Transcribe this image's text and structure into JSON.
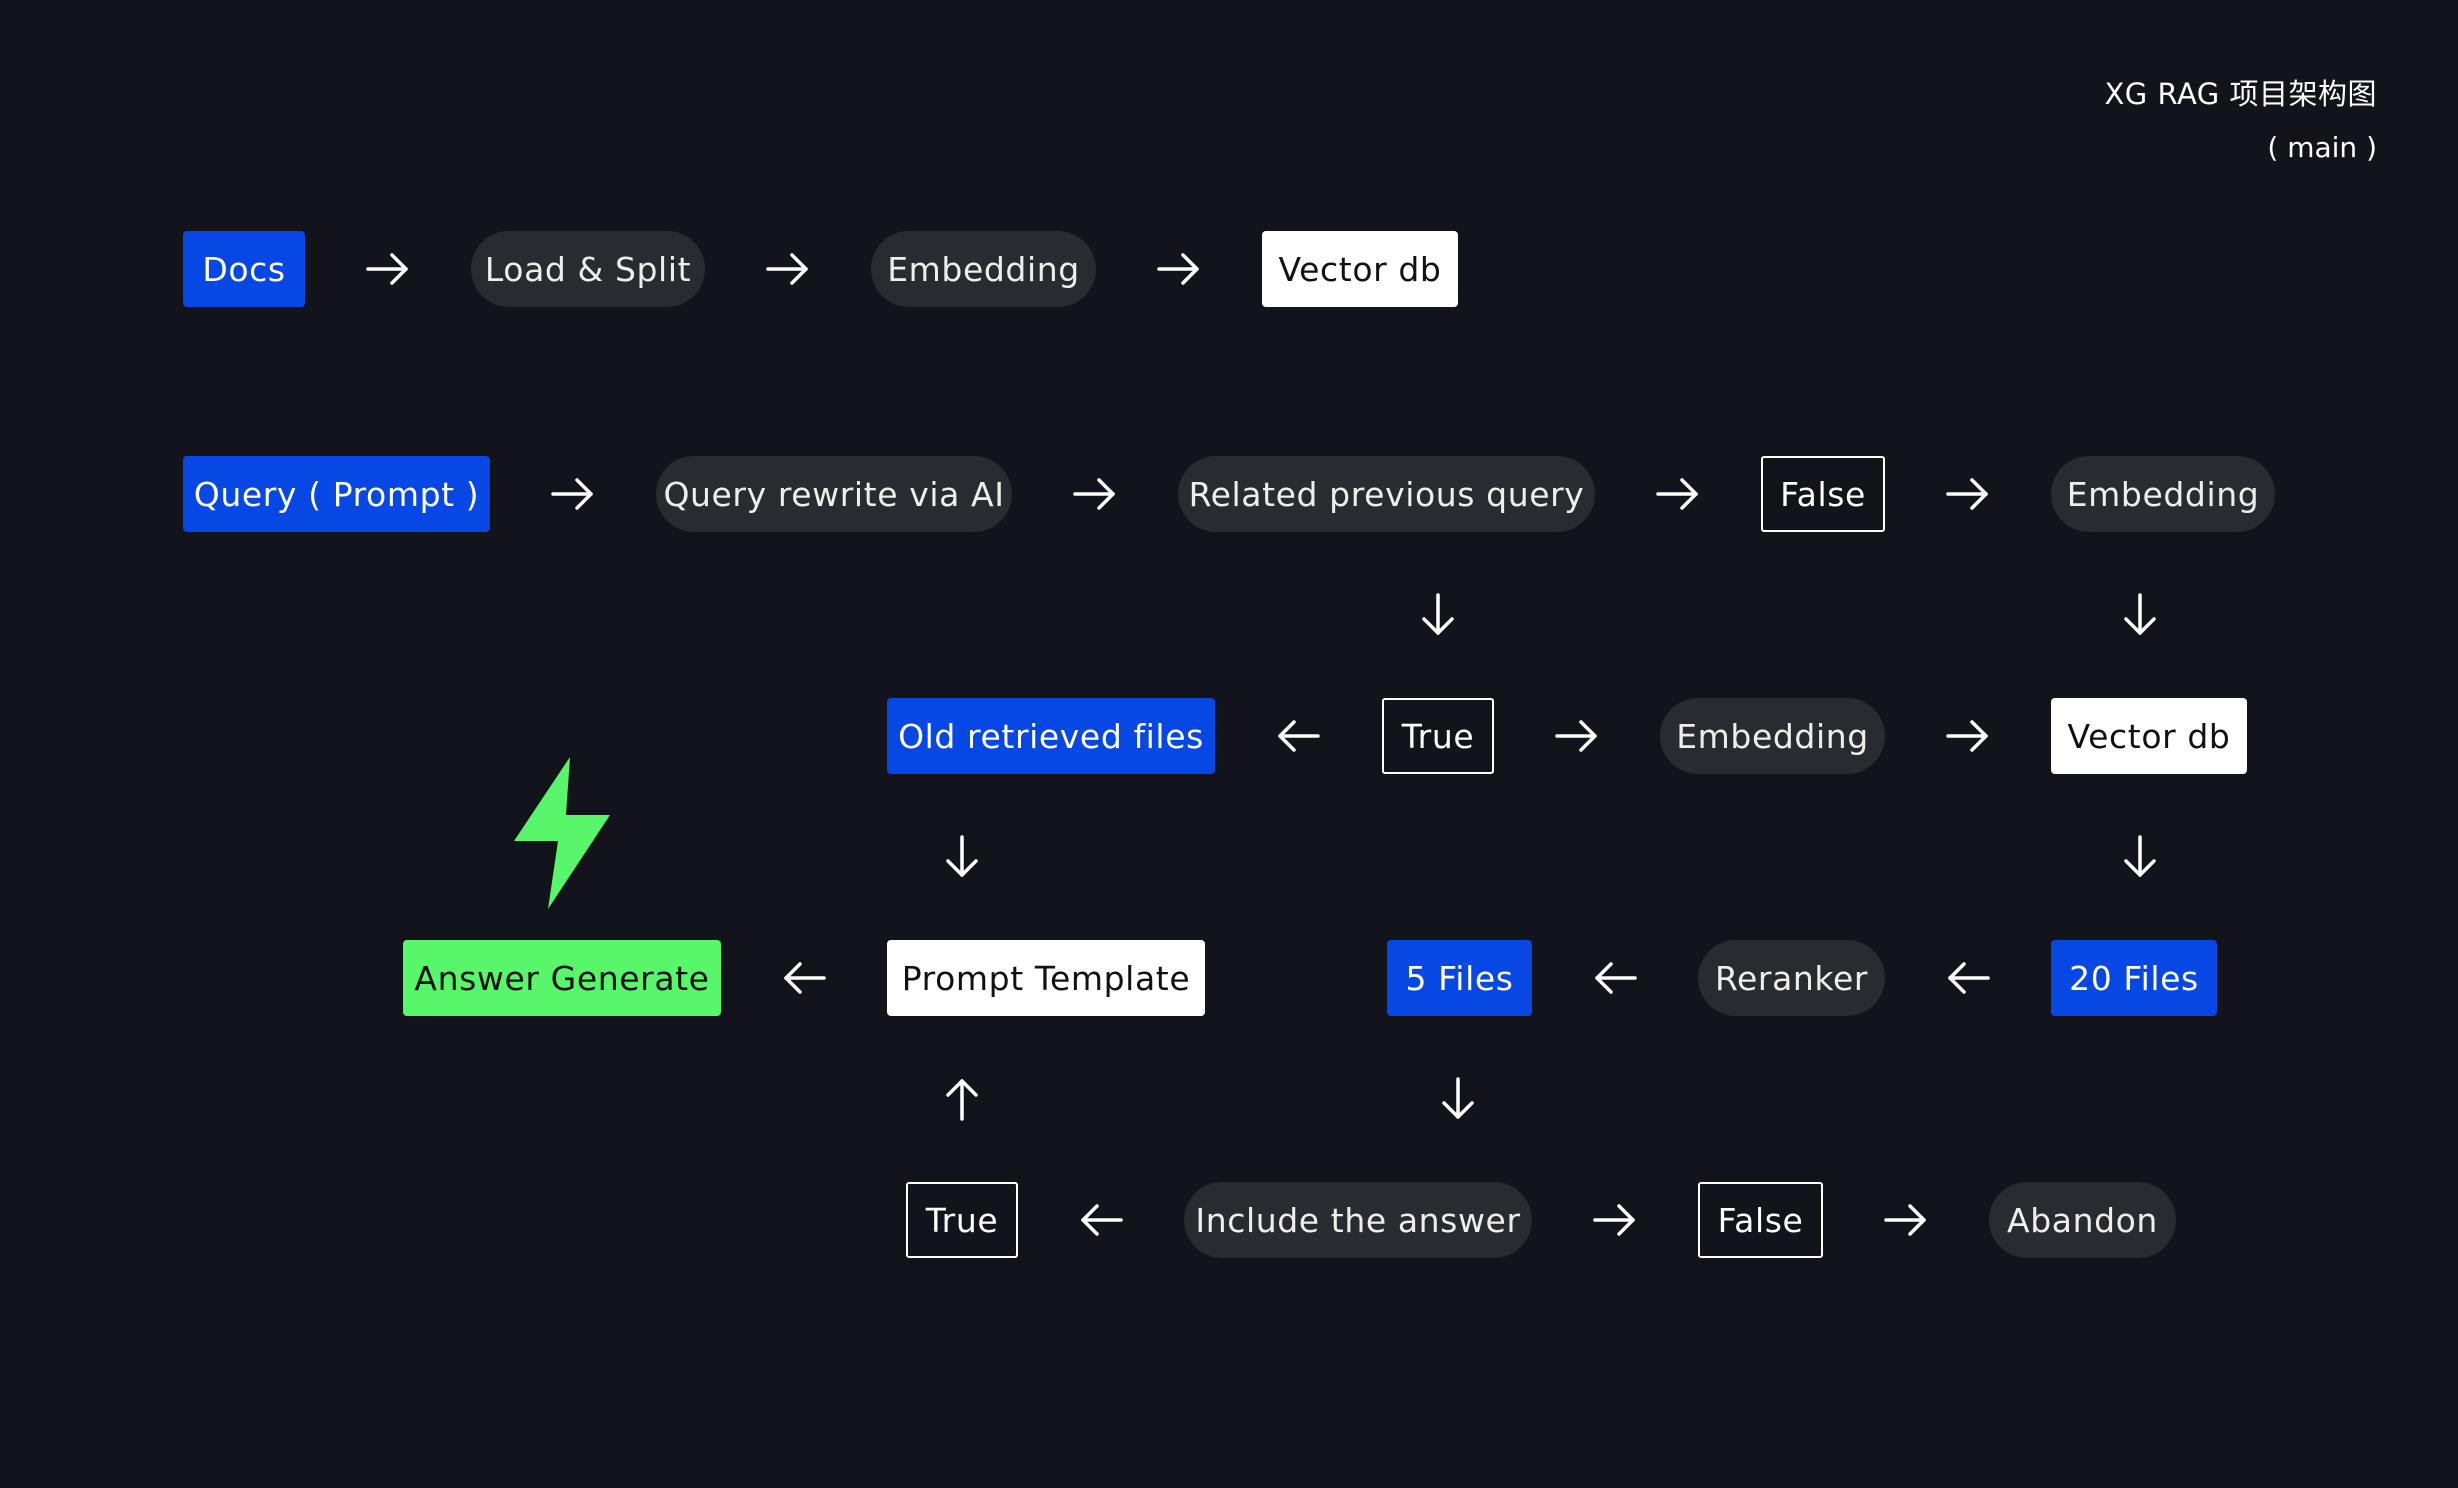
{
  "header": {
    "title": "XG RAG 项目架构图",
    "subtitle": "( main )"
  },
  "colors": {
    "background": "#12131b",
    "blue": "#0747e3",
    "pill": "#2a2b30",
    "green": "#58f76b",
    "white": "#ffffff"
  },
  "nodes": {
    "docs": "Docs",
    "load_split": "Load & Split",
    "embedding_ingest": "Embedding",
    "vector_db_ingest": "Vector db",
    "query_prompt": "Query ( Prompt )",
    "query_rewrite": "Query rewrite via AI",
    "related_previous_query": "Related previous query",
    "false_related": "False",
    "embedding_query": "Embedding",
    "old_retrieved_files": "Old retrieved files",
    "true_related": "True",
    "embedding_mid": "Embedding",
    "vector_db_query": "Vector db",
    "answer_generate": "Answer Generate",
    "prompt_template": "Prompt Template",
    "five_files": "5 Files",
    "reranker": "Reranker",
    "twenty_files": "20 Files",
    "true_include": "True",
    "include_answer": "Include the answer",
    "false_include": "False",
    "abandon": "Abandon"
  },
  "icons": {
    "arrow": "arrow-icon",
    "bolt": "lightning-bolt-icon"
  }
}
